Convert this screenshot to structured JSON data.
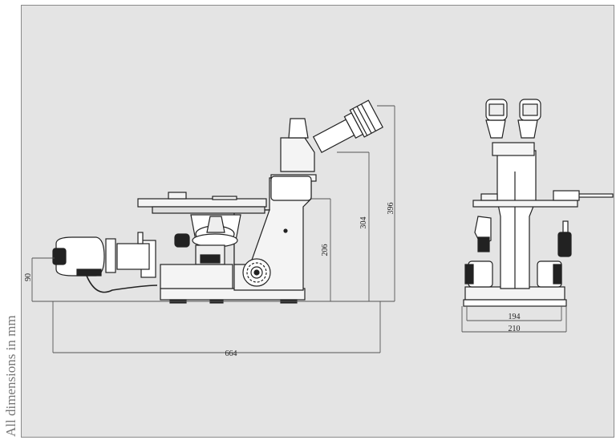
{
  "caption": "All dimensions in mm",
  "dimensions": {
    "height_eyepiece_total": "396",
    "height_observation_tube": "304",
    "height_stage": "206",
    "height_light_source": "90",
    "length_total": "664",
    "width_inner": "194",
    "width_outer": "210"
  },
  "colors": {
    "background": "#e4e4e4",
    "line": "#222222",
    "dimension_line": "#555555"
  }
}
